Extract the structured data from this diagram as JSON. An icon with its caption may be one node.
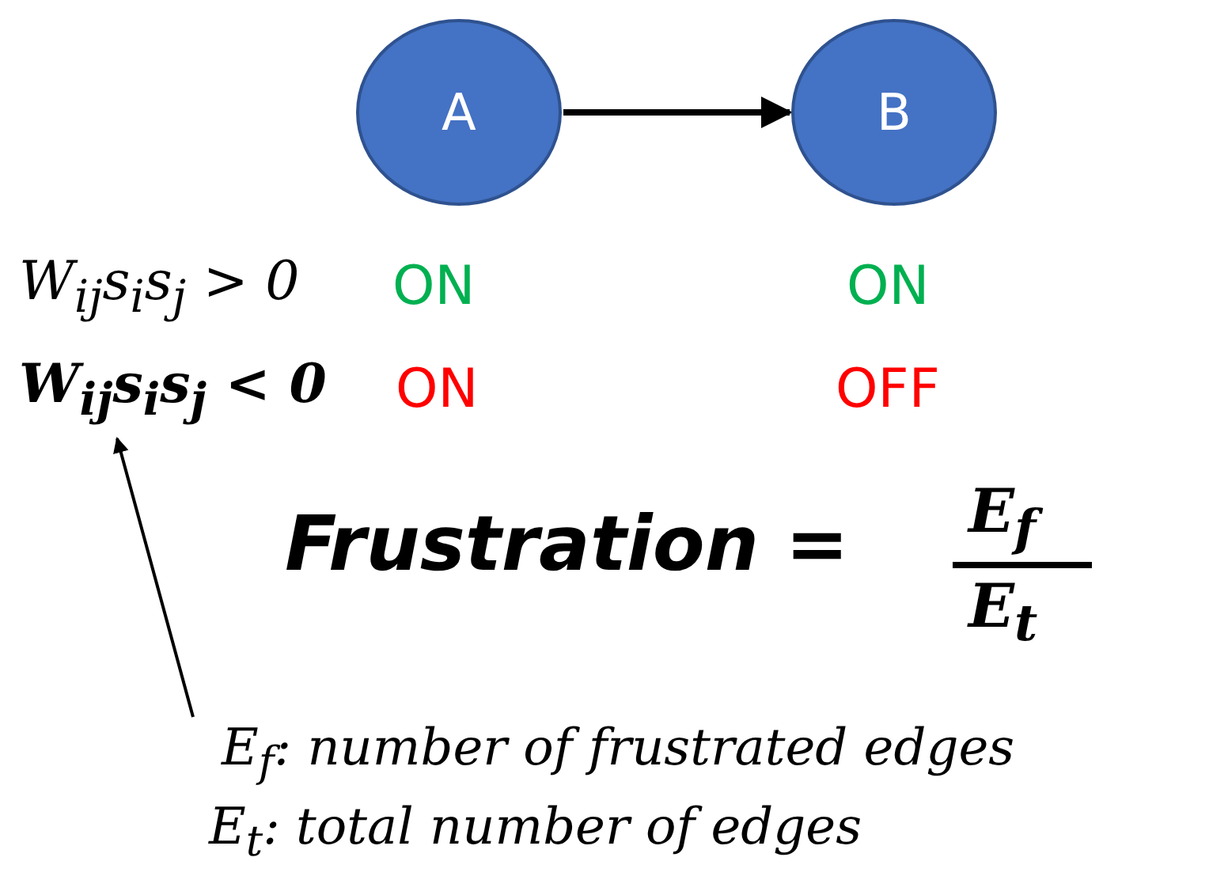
{
  "diagram": {
    "nodes": [
      {
        "text": [
          "A"
        ]
      },
      {
        "text": [
          "B"
        ]
      },
      {
        "text": [
          "W$_{ij}$s$_{i}$s$_{j}$ < 0"
        ]
      },
      {
        "text": [
          "E$_{f}$: number of frustrated edges"
        ]
      }
    ],
    "edges": [
      {
        "from": 0,
        "to": 1,
        "arrow": "to",
        "style": "thick"
      },
      {
        "from": 3,
        "to": 2,
        "arrow": "to"
      }
    ],
    "labels": [
      "W$_{ij}$s$_{i}$s$_{j}$ > 0",
      "ON",
      "ON",
      "ON",
      "OFF",
      "Frustration =",
      "E$_{f}$",
      "E$_{t}$",
      "E$_{t}$: total number of edges"
    ]
  }
}
